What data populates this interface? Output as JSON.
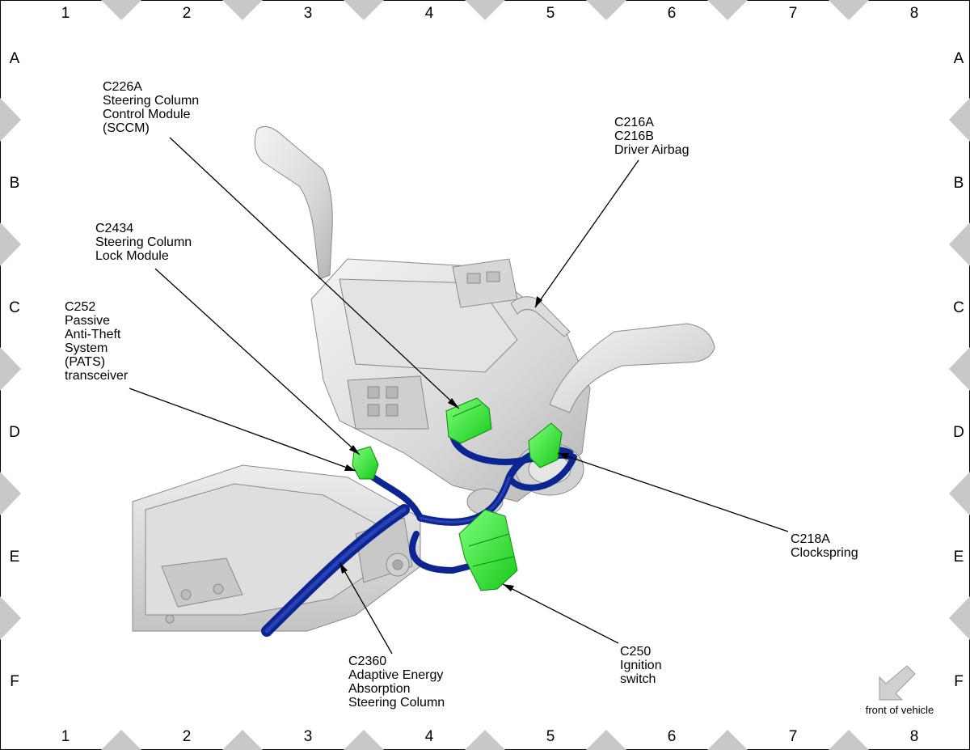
{
  "grid": {
    "columns": [
      "1",
      "2",
      "3",
      "4",
      "5",
      "6",
      "7",
      "8"
    ],
    "rows": [
      "A",
      "B",
      "C",
      "D",
      "E",
      "F"
    ]
  },
  "callouts": {
    "sccm": {
      "lines": [
        "C226A",
        "Steering Column",
        "Control Module",
        "(SCCM)"
      ]
    },
    "airbag": {
      "lines": [
        "C216A",
        "C216B",
        "Driver Airbag"
      ]
    },
    "lock": {
      "lines": [
        "C2434",
        "Steering Column",
        "Lock Module"
      ]
    },
    "pats": {
      "lines": [
        "C252",
        "Passive",
        "Anti-Theft",
        "System",
        "(PATS)",
        "transceiver"
      ]
    },
    "clockspring": {
      "lines": [
        "C218A",
        "Clockspring"
      ]
    },
    "ignition": {
      "lines": [
        "C250",
        "Ignition",
        "switch"
      ]
    },
    "column": {
      "lines": [
        "C2360",
        "Adaptive Energy",
        "Absorption",
        "Steering Column"
      ]
    }
  },
  "orientation": {
    "label": "front of vehicle"
  },
  "colors": {
    "connector": "#22ee22",
    "harness": "#1a35b0",
    "border_marker": "#c8c8c8"
  }
}
